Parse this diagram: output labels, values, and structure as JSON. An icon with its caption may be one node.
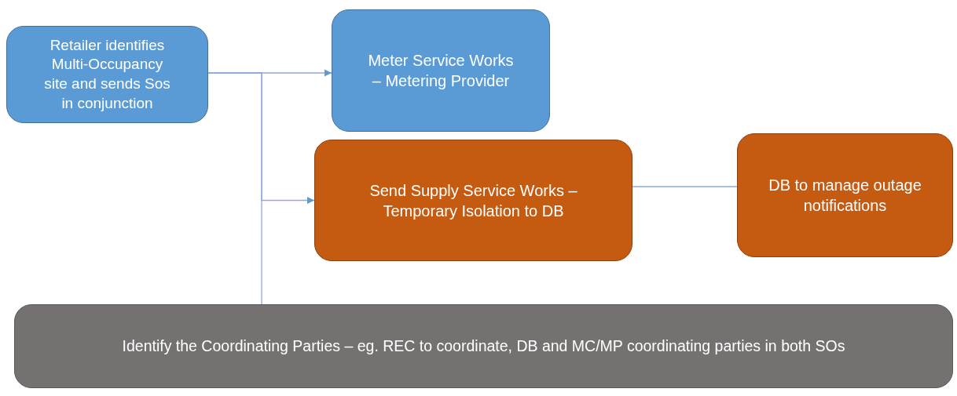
{
  "diagram": {
    "nodes": [
      {
        "text": [
          "Retailer identifies Multi-Occupancy site and sends Sos in conjunction"
        ]
      },
      {
        "text": [
          "Meter Service Works – Metering Provider"
        ]
      },
      {
        "text": [
          "Send Supply Service Works – Temporary Isolation to DB"
        ]
      },
      {
        "text": [
          "DB to manage outage notifications"
        ]
      },
      {
        "text": [
          "Identify the Coordinating Parties – eg. REC to coordinate, DB and MC/MP coordinating parties in both SOs"
        ]
      }
    ],
    "edges": [
      {
        "from": 0,
        "to": 1,
        "arrow": "to"
      },
      {
        "from": 0,
        "to": 2,
        "arrow": "to"
      },
      {
        "from": 0,
        "to": 4,
        "arrow": "none"
      },
      {
        "from": 2,
        "to": 3,
        "arrow": "none"
      }
    ]
  }
}
